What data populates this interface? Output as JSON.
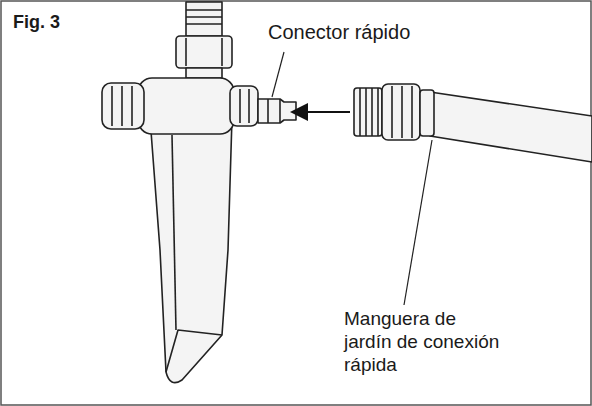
{
  "diagram": {
    "title": "Fig. 3",
    "labels": [
      "Conector rápido",
      "Manguera de jardín de conexión rápida"
    ]
  }
}
